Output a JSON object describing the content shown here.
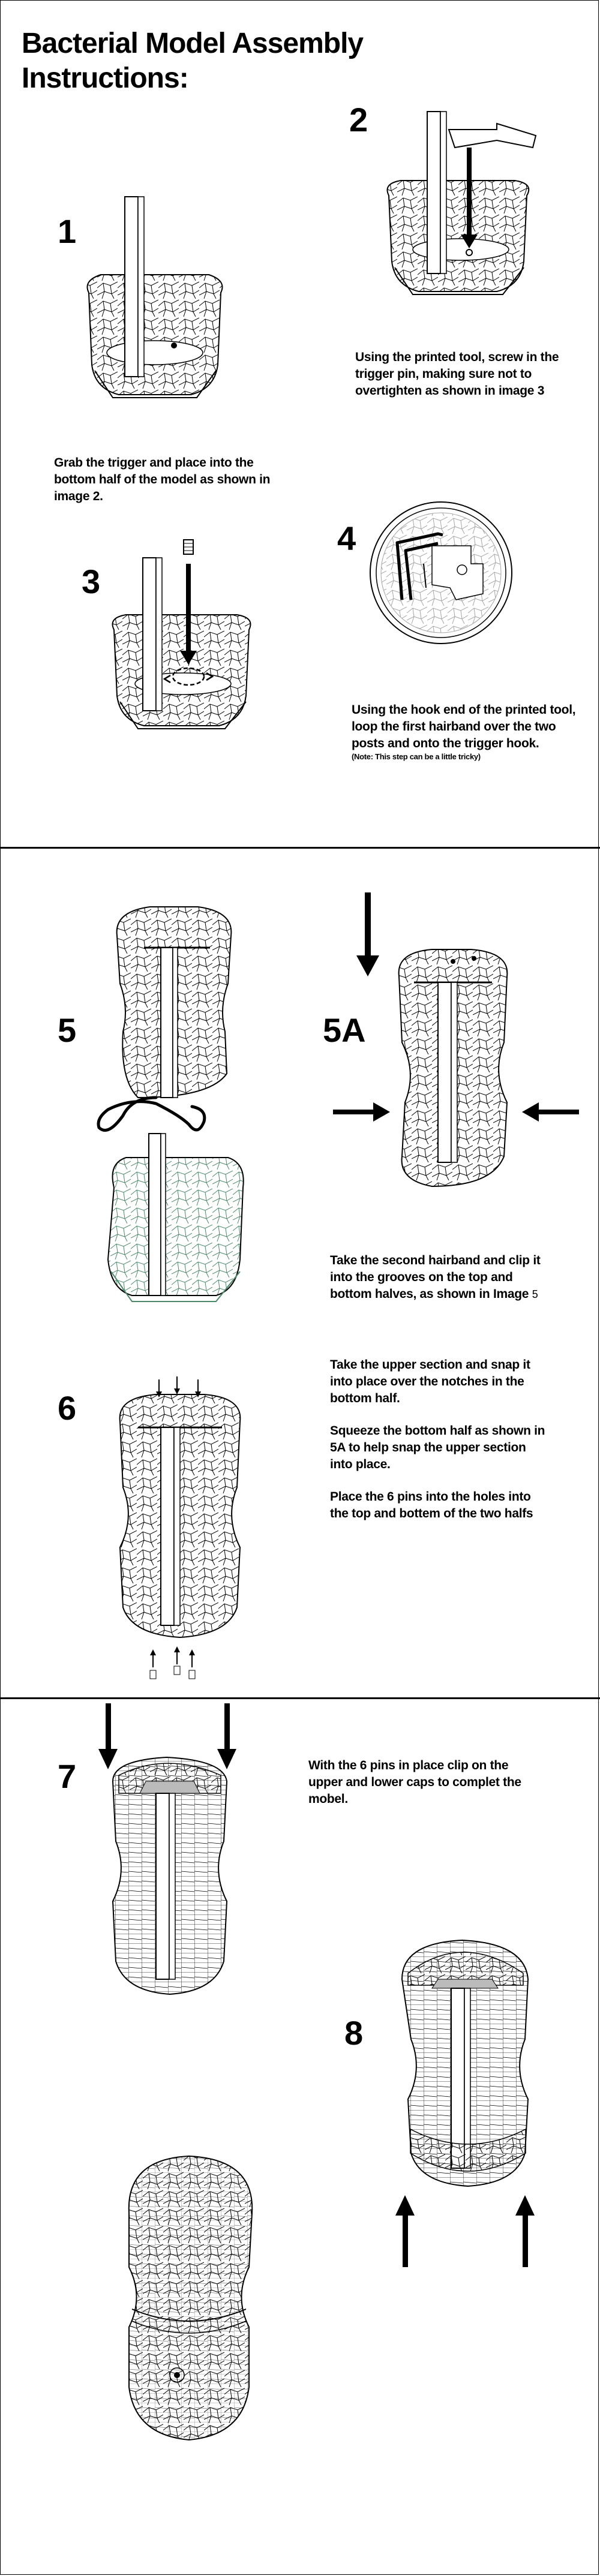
{
  "title": "Bacterial Model Assembly Instructions:",
  "steps": [
    {
      "number": "1"
    },
    {
      "number": "2",
      "caption": "Using the printed tool, screw in the trigger pin, making sure not to overtighten as shown in image 3"
    },
    {
      "number": "3",
      "caption": "Grab the trigger and place into the bottom half of the model as shown in image 2."
    },
    {
      "number": "4",
      "caption": "Using the hook end of the printed tool, loop the first hairband over the two posts and onto the trigger hook.",
      "note": "(Note: This step can be a little tricky)"
    },
    {
      "number": "5"
    },
    {
      "number": "5A",
      "caption": "Take the second hairband and clip it into the grooves on the top and bottom halves, as shown in Image",
      "caption_ref": "5"
    },
    {
      "number": "6",
      "captions": [
        "Take the upper section and snap it into place over the notches in the bottom half.",
        "Squeeze the bottom half as shown in 5A to help snap the upper section into place.",
        "Place the 6 pins into the holes into the top and bottem of the two halfs"
      ]
    },
    {
      "number": "7",
      "caption": "With the 6 pins in place clip on the upper and lower caps to complet the mobel."
    },
    {
      "number": "8"
    }
  ],
  "colors": {
    "ink": "#000000",
    "paper": "#ffffff",
    "green_tint": "#4a8a6a"
  }
}
